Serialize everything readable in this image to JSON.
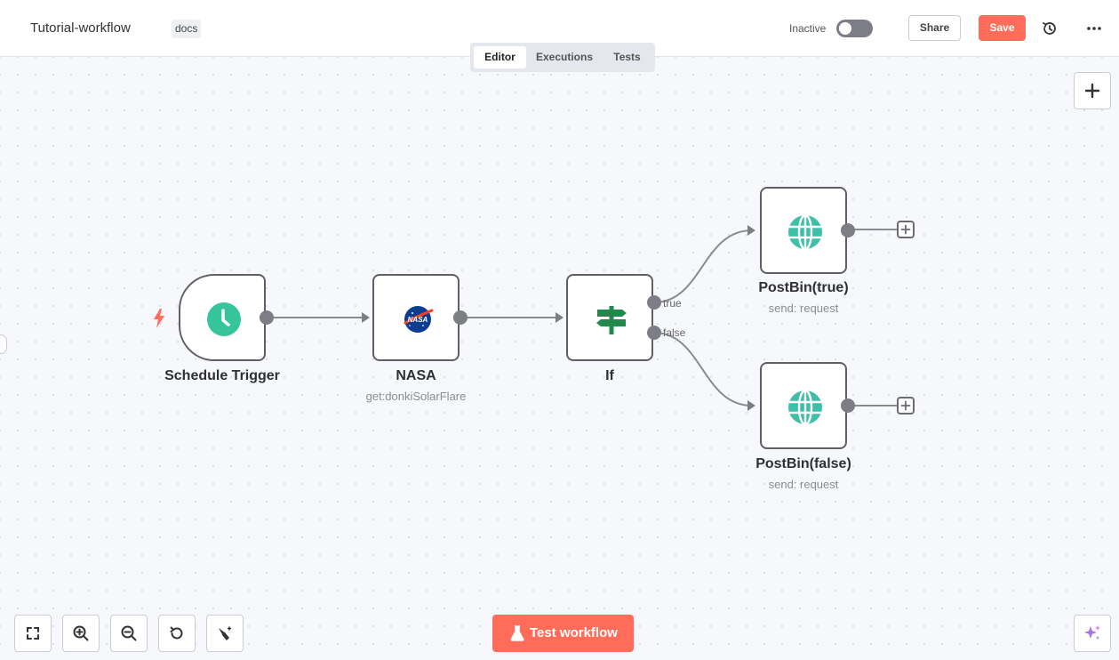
{
  "header": {
    "workflow_name": "Tutorial-workflow",
    "tag": "docs",
    "status_label": "Inactive",
    "active": false,
    "share_label": "Share",
    "save_label": "Save",
    "history_icon": "history-icon",
    "more_icon": "more-horizontal-icon"
  },
  "tabs": [
    {
      "label": "Editor",
      "active": true
    },
    {
      "label": "Executions",
      "active": false
    },
    {
      "label": "Tests",
      "active": false
    }
  ],
  "nodes": [
    {
      "title": "Schedule Trigger",
      "subtitle": "",
      "icon": "clock-icon",
      "badge_icon": "lightning-icon"
    },
    {
      "title": "NASA",
      "subtitle": "get:donkiSolarFlare",
      "icon": "nasa-logo-icon"
    },
    {
      "title": "If",
      "subtitle": "",
      "icon": "signpost-icon",
      "outputs": [
        "true",
        "false"
      ]
    },
    {
      "title": "PostBin(true)",
      "subtitle": "send: request",
      "icon": "globe-icon"
    },
    {
      "title": "PostBin(false)",
      "subtitle": "send: request",
      "icon": "globe-icon"
    }
  ],
  "nasa_logo_text": "NASA",
  "footer": {
    "test_workflow_label": "Test workflow",
    "controls": [
      "fit-view-icon",
      "zoom-in-icon",
      "zoom-out-icon",
      "reset-zoom-icon",
      "tidy-up-icon"
    ],
    "ai_icon": "sparkle-icon",
    "add_node_icon": "plus-icon"
  },
  "colors": {
    "accent": "#ff6d5a",
    "trigger_green": "#35c49b",
    "if_green": "#1f8a4c",
    "globe_teal": "#3fbfa8"
  }
}
